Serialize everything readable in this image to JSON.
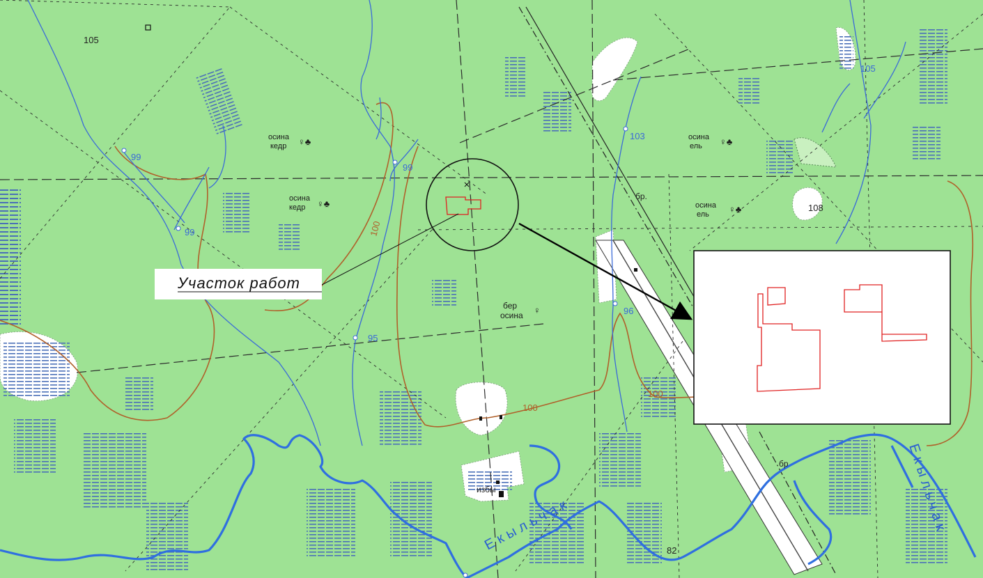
{
  "colors": {
    "forest": "#9ee294",
    "water": "#2f6fe0",
    "contour": "#b0602a",
    "clearing": "#ffffff",
    "marsh_hatch": "#4a6fb8",
    "plot_outline": "#e02020",
    "dashed_lines": "#2b2b2b"
  },
  "callout": {
    "label": "Участок работ"
  },
  "forest_labels": {
    "tl_top": {
      "line1": "осина",
      "line2": "кедр",
      "symbol": "♀♣"
    },
    "tl_mid": {
      "line1": "осина",
      "line2": "кедр",
      "symbol": "♀♣"
    },
    "center": {
      "line1": "бер",
      "line2": "осина",
      "symbol": "♀"
    },
    "tr_top": {
      "line1": "осина",
      "line2": "ель",
      "symbol": "♀♣"
    },
    "tr_mid": {
      "line1": "осина",
      "line2": "ель",
      "symbol": "♀♣"
    }
  },
  "elevations": {
    "e105_left": "105",
    "e105_right": "105",
    "e99_a": "99",
    "e99_b": "99",
    "e99_c": "99",
    "e95": "95",
    "e103": "103",
    "e108": "108",
    "e96": "96",
    "e82": "82",
    "c100_a": "100",
    "c100_b": "100",
    "c100_c": "100"
  },
  "misc_labels": {
    "bp_top": "бр.",
    "bp_bottom": "бр",
    "settlement": "избы"
  },
  "rivers": {
    "main_name": "Екыльчак",
    "side_name": "Екыльчак"
  },
  "icons": {
    "square_marker": "square-marker-icon",
    "magnifier": "magnify-circle-icon",
    "pointer": "arrow-icon"
  }
}
